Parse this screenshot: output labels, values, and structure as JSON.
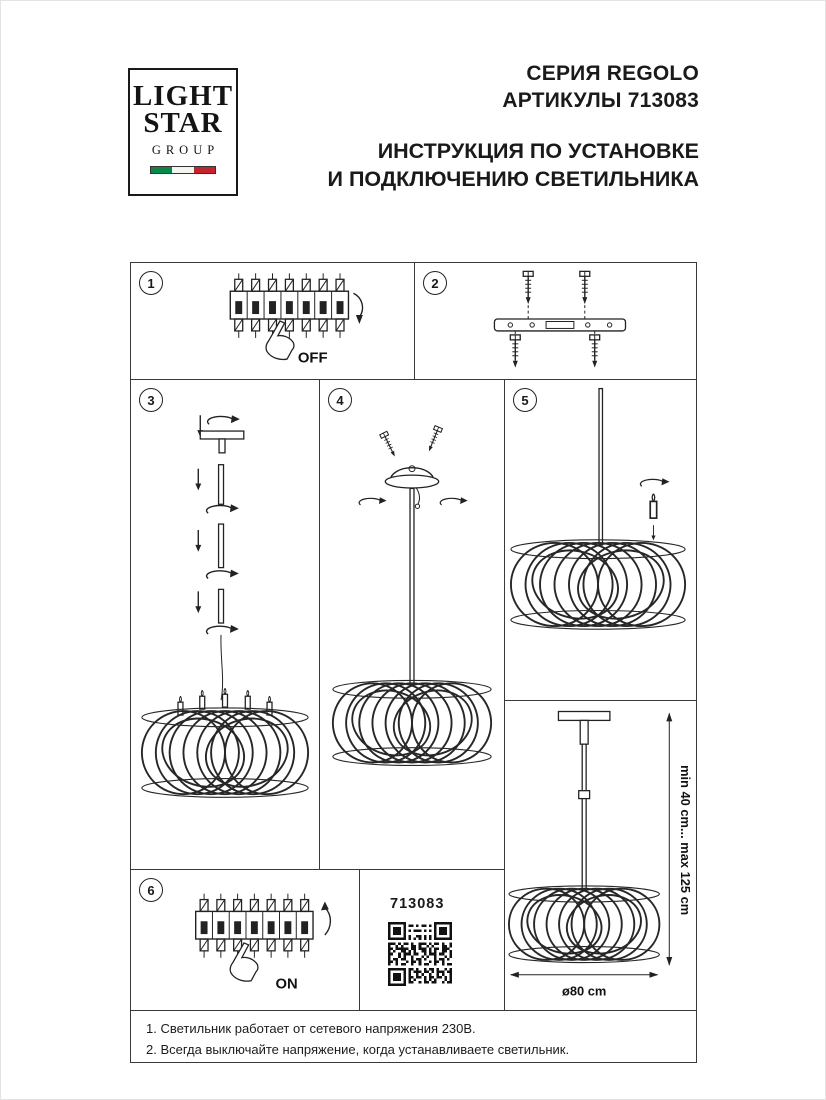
{
  "logo": {
    "light": "LIGHT",
    "star": "STAR",
    "group": "GROUP"
  },
  "header": {
    "series": "СЕРИЯ REGOLO",
    "articles": "АРТИКУЛЫ 713083",
    "instruction_line1": "ИНСТРУКЦИЯ ПО УСТАНОВКЕ",
    "instruction_line2": "И ПОДКЛЮЧЕНИЮ СВЕТИЛЬНИКА"
  },
  "panels": {
    "step1": {
      "number": "1",
      "breaker_label": "OFF"
    },
    "step2": {
      "number": "2"
    },
    "step3": {
      "number": "3"
    },
    "step4": {
      "number": "4"
    },
    "step5": {
      "number": "5"
    },
    "step6": {
      "number": "6",
      "breaker_label": "ON"
    },
    "article_panel": {
      "article": "713083"
    },
    "dimensions": {
      "height_range": "min 40 cm... max 125 cm",
      "diameter": "ø80 cm"
    }
  },
  "footnotes": {
    "line1": "1. Светильник работает от сетевого напряжения 230В.",
    "line2": "2. Всегда выключайте напряжение, когда устанавливаете светильник."
  },
  "colors": {
    "ink": "#1a1a1a",
    "flag_green": "#008c45",
    "flag_white": "#f4f5f0",
    "flag_red": "#cd212a"
  }
}
